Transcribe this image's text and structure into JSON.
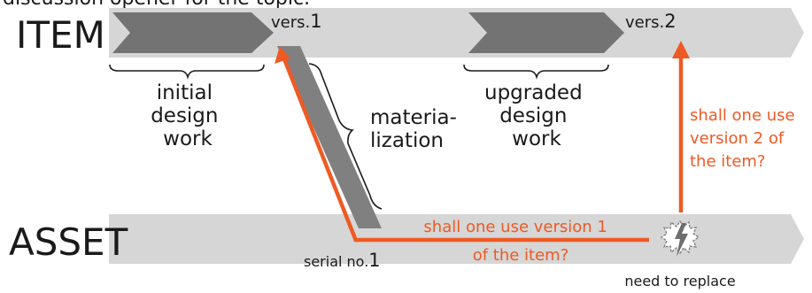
{
  "top_caption": "discussion opener for the topic.",
  "lanes": {
    "item": "ITEM",
    "asset": "ASSET"
  },
  "versions": {
    "v1_prefix": "vers.",
    "v1_num": "1",
    "v2_prefix": "vers.",
    "v2_num": "2"
  },
  "labels": {
    "initial_design_work": [
      "initial",
      "design",
      "work"
    ],
    "upgraded_design_work": [
      "upgraded",
      "design",
      "work"
    ],
    "materialization": [
      "materia-",
      "lization"
    ],
    "serial_prefix": "serial no.",
    "serial_num": "1",
    "need_to_replace": "need to replace"
  },
  "questions": {
    "version1": [
      "shall one use version 1",
      "of the item?"
    ],
    "version2": [
      "shall one use",
      "version 2 of",
      "the item?"
    ]
  },
  "colors": {
    "lane": "#d6d6d6",
    "chevron": "#737373",
    "connector": "#808080",
    "accent": "#ee5a24",
    "text": "#1a1a1a"
  },
  "icons": {
    "replace_event": "broken-gear-lightning-icon"
  }
}
